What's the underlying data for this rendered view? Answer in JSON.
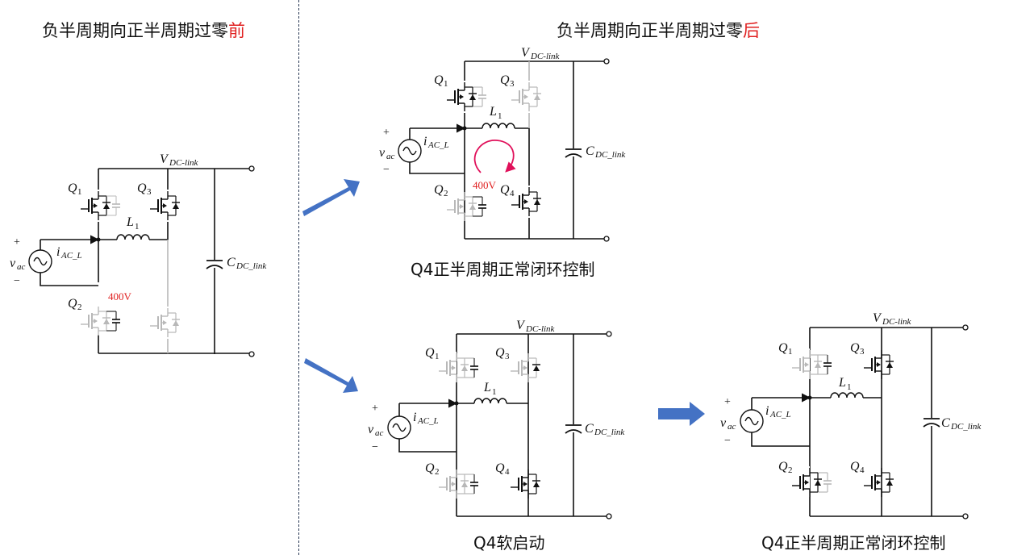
{
  "titles": {
    "left_prefix": "负半周期向正半周期过零",
    "left_highlight": "前",
    "right_prefix": "负半周期向正半周期过零",
    "right_highlight": "后"
  },
  "captions": {
    "top_right": "Q4正半周期正常闭环控制",
    "bottom_middle": "Q4软启动",
    "bottom_right": "Q4正半周期正常闭环控制"
  },
  "labels": {
    "vdc_main": "V",
    "vdc_sub": "DC-link",
    "cdc_main": "C",
    "cdc_sub": "DC_link",
    "iac_main": "i",
    "iac_sub": "AC_L",
    "vac_main": "v",
    "vac_sub": "ac",
    "l1_main": "L",
    "l1_sub": "1",
    "q1": "Q",
    "q1_sub": "1",
    "q2": "Q",
    "q2_sub": "2",
    "q3": "Q",
    "q3_sub": "3",
    "q4": "Q",
    "q4_sub": "4",
    "plus": "+",
    "minus": "−",
    "voltage_400": "400V"
  },
  "colors": {
    "active": "#111111",
    "inactive": "#b8b8b8",
    "highlight": "#e02020",
    "loop": "#e0105a",
    "arrow": "#4472c4"
  }
}
